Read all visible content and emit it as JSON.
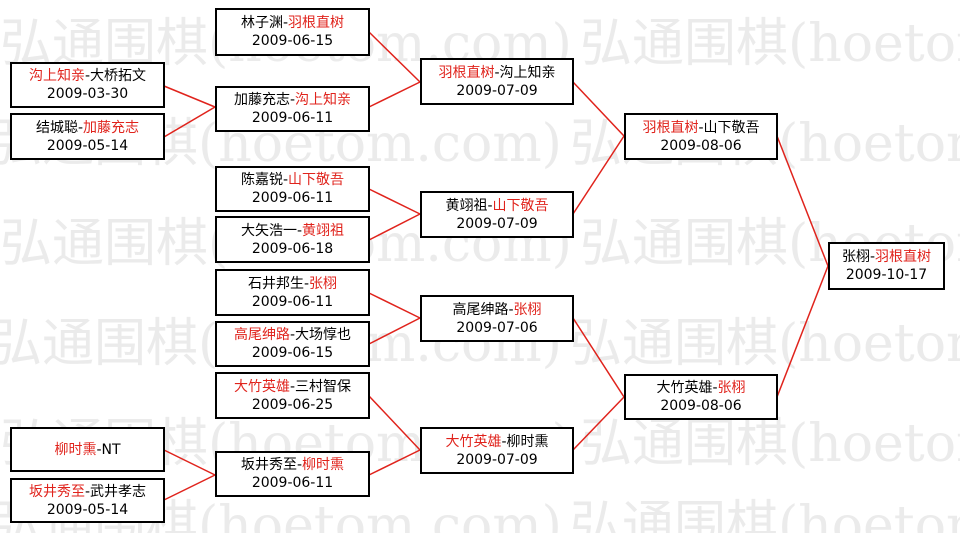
{
  "watermark": {
    "text": "弘通围棋(hoetom.com)"
  },
  "colors": {
    "winner": "#e0231c",
    "line": "#e0231c",
    "border": "#000000"
  },
  "matches": [
    {
      "id": "m1",
      "p1": "林子渊",
      "p2": "羽根直树",
      "winner": 2,
      "date": "2009-06-15"
    },
    {
      "id": "m2",
      "p1": "沟上知亲",
      "p2": "大桥拓文",
      "winner": 1,
      "date": "2009-03-30"
    },
    {
      "id": "m3",
      "p1": "结城聪",
      "p2": "加藤充志",
      "winner": 2,
      "date": "2009-05-14"
    },
    {
      "id": "m4",
      "p1": "加藤充志",
      "p2": "沟上知亲",
      "winner": 2,
      "date": "2009-06-11"
    },
    {
      "id": "m5",
      "p1": "陈嘉锐",
      "p2": "山下敬吾",
      "winner": 2,
      "date": "2009-06-11"
    },
    {
      "id": "m6",
      "p1": "大矢浩一",
      "p2": "黄翊祖",
      "winner": 2,
      "date": "2009-06-18"
    },
    {
      "id": "m7",
      "p1": "石井邦生",
      "p2": "张栩",
      "winner": 2,
      "date": "2009-06-11"
    },
    {
      "id": "m8",
      "p1": "高尾绅路",
      "p2": "大场惇也",
      "winner": 1,
      "date": "2009-06-15"
    },
    {
      "id": "m9",
      "p1": "大竹英雄",
      "p2": "三村智保",
      "winner": 1,
      "date": "2009-06-25"
    },
    {
      "id": "m10",
      "p1": "柳时熏",
      "p2": "NT",
      "winner": 1,
      "date": ""
    },
    {
      "id": "m11",
      "p1": "坂井秀至",
      "p2": "柳时熏",
      "winner": 2,
      "date": "2009-06-11"
    },
    {
      "id": "m12",
      "p1": "坂井秀至",
      "p2": "武井孝志",
      "winner": 1,
      "date": "2009-05-14"
    },
    {
      "id": "m13",
      "p1": "羽根直树",
      "p2": "沟上知亲",
      "winner": 1,
      "date": "2009-07-09"
    },
    {
      "id": "m14",
      "p1": "黄翊祖",
      "p2": "山下敬吾",
      "winner": 2,
      "date": "2009-07-09"
    },
    {
      "id": "m15",
      "p1": "高尾绅路",
      "p2": "张栩",
      "winner": 2,
      "date": "2009-07-06"
    },
    {
      "id": "m16",
      "p1": "大竹英雄",
      "p2": "柳时熏",
      "winner": 1,
      "date": "2009-07-09"
    },
    {
      "id": "m17",
      "p1": "羽根直树",
      "p2": "山下敬吾",
      "winner": 1,
      "date": "2009-08-06"
    },
    {
      "id": "m18",
      "p1": "大竹英雄",
      "p2": "张栩",
      "winner": 2,
      "date": "2009-08-06"
    },
    {
      "id": "m19",
      "p1": "张栩",
      "p2": "羽根直树",
      "winner": 2,
      "date": "2009-10-17"
    }
  ]
}
